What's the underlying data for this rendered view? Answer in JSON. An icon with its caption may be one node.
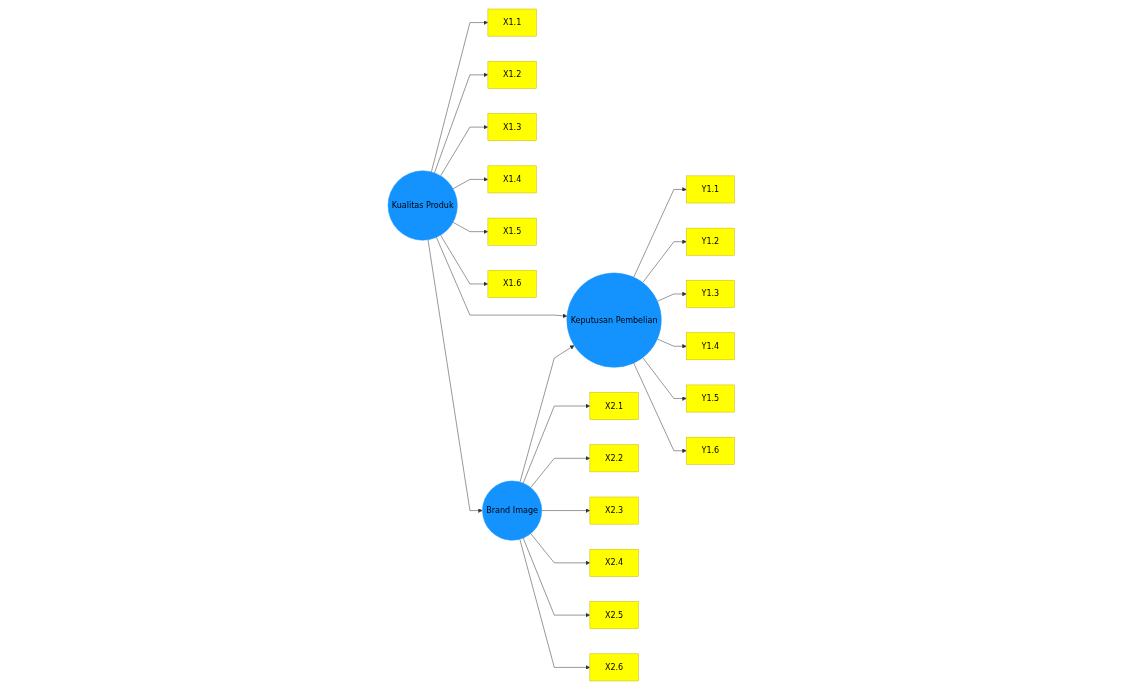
{
  "diagram": {
    "nodes": [
      {
        "text": [
          "X1.1"
        ]
      },
      {
        "text": [
          "X1.2"
        ]
      },
      {
        "text": [
          "X1.3"
        ]
      },
      {
        "text": [
          "X1.4"
        ]
      },
      {
        "text": [
          "X1.5"
        ]
      },
      {
        "text": [
          "X1.6"
        ]
      },
      {
        "text": [
          "Kualitas Produk"
        ]
      },
      {
        "text": [
          "Keputusan Pembelian"
        ]
      },
      {
        "text": [
          "Y1.1"
        ]
      },
      {
        "text": [
          "Y1.2"
        ]
      },
      {
        "text": [
          "Y1.3"
        ]
      },
      {
        "text": [
          "Y1.4"
        ]
      },
      {
        "text": [
          "Y1.5"
        ]
      },
      {
        "text": [
          "Y1.6"
        ]
      },
      {
        "text": [
          "X2.1"
        ]
      },
      {
        "text": [
          "X2.2"
        ]
      },
      {
        "text": [
          "X2.3"
        ]
      },
      {
        "text": [
          "X2.4"
        ]
      },
      {
        "text": [
          "X2.5"
        ]
      },
      {
        "text": [
          "X2.6"
        ]
      },
      {
        "text": [
          "Brand Image"
        ]
      }
    ],
    "edges": [
      {
        "from": 6,
        "to": 0,
        "arrow": "to"
      },
      {
        "from": 6,
        "to": 1,
        "arrow": "to"
      },
      {
        "from": 6,
        "to": 2,
        "arrow": "to"
      },
      {
        "from": 6,
        "to": 3,
        "arrow": "to"
      },
      {
        "from": 6,
        "to": 4,
        "arrow": "to"
      },
      {
        "from": 6,
        "to": 5,
        "arrow": "to"
      },
      {
        "from": 6,
        "to": 7,
        "arrow": "to"
      },
      {
        "from": 6,
        "to": 20,
        "arrow": "to"
      },
      {
        "from": 20,
        "to": 7,
        "arrow": "to"
      },
      {
        "from": 7,
        "to": 8,
        "arrow": "to"
      },
      {
        "from": 7,
        "to": 9,
        "arrow": "to"
      },
      {
        "from": 7,
        "to": 10,
        "arrow": "to"
      },
      {
        "from": 7,
        "to": 11,
        "arrow": "to"
      },
      {
        "from": 7,
        "to": 12,
        "arrow": "to"
      },
      {
        "from": 7,
        "to": 13,
        "arrow": "to"
      },
      {
        "from": 20,
        "to": 14,
        "arrow": "to"
      },
      {
        "from": 20,
        "to": 15,
        "arrow": "to"
      },
      {
        "from": 20,
        "to": 16,
        "arrow": "to"
      },
      {
        "from": 20,
        "to": 17,
        "arrow": "to"
      },
      {
        "from": 20,
        "to": 18,
        "arrow": "to"
      },
      {
        "from": 20,
        "to": 19,
        "arrow": "to"
      }
    ]
  }
}
